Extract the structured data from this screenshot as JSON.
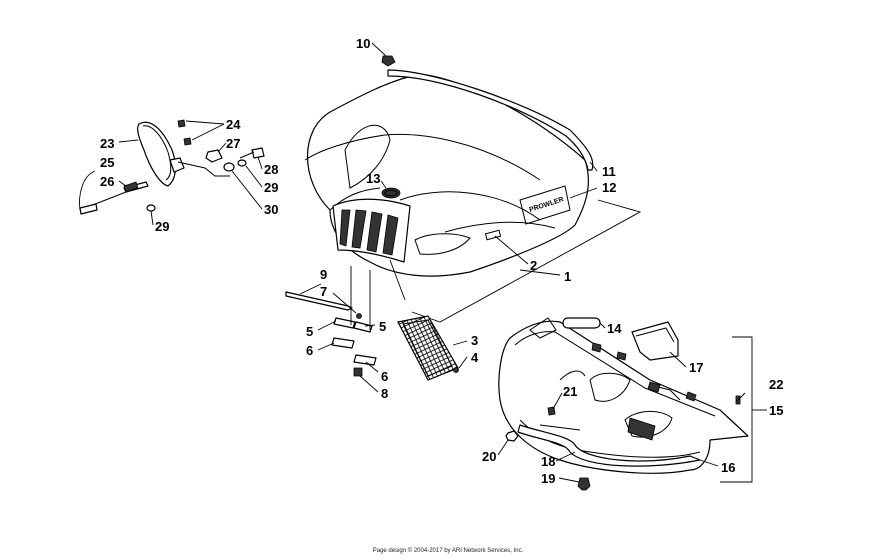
{
  "callouts": {
    "c1": "1",
    "c2": "2",
    "c3": "3",
    "c4": "4",
    "c5a": "5",
    "c5b": "5",
    "c6a": "6",
    "c6b": "6",
    "c7": "7",
    "c8": "8",
    "c9": "9",
    "c10": "10",
    "c11": "11",
    "c12": "12",
    "c13": "13",
    "c14": "14",
    "c15": "15",
    "c16": "16",
    "c17": "17",
    "c18": "18",
    "c19": "19",
    "c20": "20",
    "c21": "21",
    "c22": "22",
    "c23": "23",
    "c24": "24",
    "c25": "25",
    "c26": "26",
    "c27": "27",
    "c28": "28",
    "c29a": "29",
    "c29b": "29",
    "c30": "30"
  },
  "hood_badge": "PROWLER",
  "footer": "Page design © 2004-2017 by ARI Network Services, Inc."
}
